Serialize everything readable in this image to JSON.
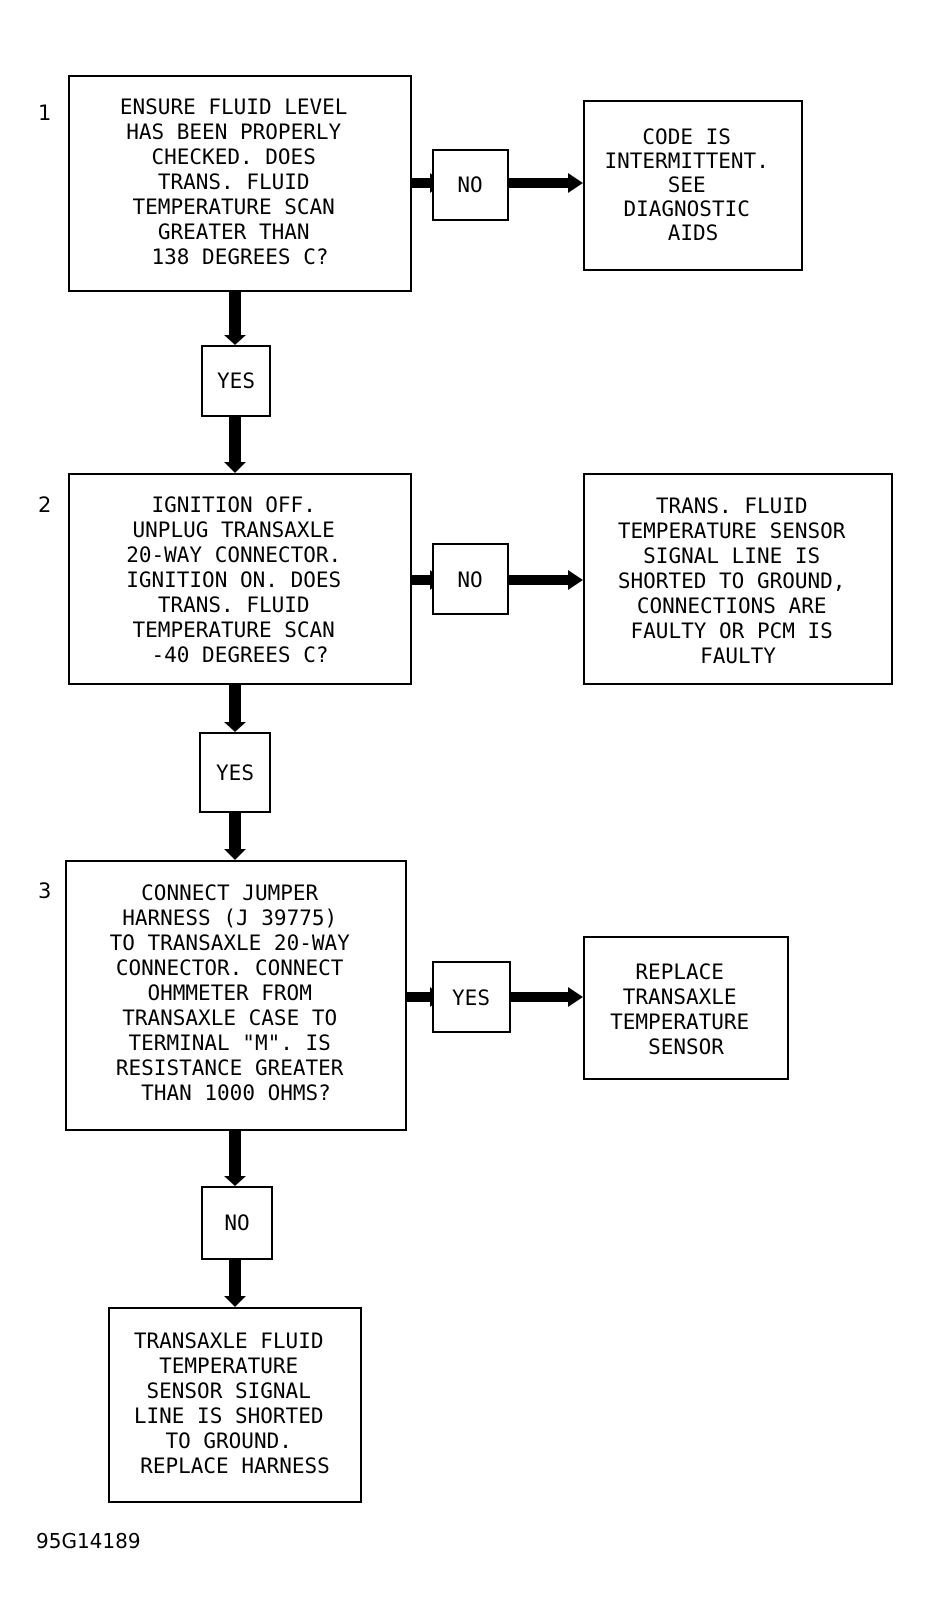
{
  "steps": [
    {
      "number": "1",
      "question": [
        "ENSURE FLUID LEVEL",
        "HAS BEEN PROPERLY",
        "CHECKED. DOES",
        "TRANS. FLUID",
        "TEMPERATURE SCAN",
        "GREATER THAN",
        "138 DEGREES C?"
      ],
      "side_label": "NO",
      "side_result": [
        "CODE IS",
        "INTERMITTENT.",
        "SEE",
        "DIAGNOSTIC",
        "AIDS"
      ],
      "down_label": "YES"
    },
    {
      "number": "2",
      "question": [
        "IGNITION OFF.",
        "UNPLUG TRANSAXLE",
        "20-WAY CONNECTOR.",
        "IGNITION ON. DOES",
        "TRANS. FLUID",
        "TEMPERATURE SCAN",
        "-40 DEGREES C?"
      ],
      "side_label": "NO",
      "side_result": [
        "TRANS. FLUID",
        "TEMPERATURE SENSOR",
        "SIGNAL LINE IS",
        "SHORTED TO GROUND,",
        "CONNECTIONS ARE",
        "FAULTY OR PCM IS",
        "FAULTY"
      ],
      "down_label": "YES"
    },
    {
      "number": "3",
      "question": [
        "CONNECT JUMPER",
        "HARNESS (J 39775)",
        "TO TRANSAXLE 20-WAY",
        "CONNECTOR. CONNECT",
        "OHMMETER FROM",
        "TRANSAXLE CASE TO",
        "TERMINAL \"M\". IS",
        "RESISTANCE GREATER",
        "THAN 1000 OHMS?"
      ],
      "side_label": "YES",
      "side_result": [
        "REPLACE",
        "TRANSAXLE",
        "TEMPERATURE",
        "SENSOR"
      ],
      "down_label": "NO"
    }
  ],
  "final_result": [
    "TRANSAXLE FLUID",
    "TEMPERATURE",
    "SENSOR SIGNAL",
    "LINE IS SHORTED",
    "TO GROUND.",
    "REPLACE HARNESS"
  ],
  "figure_code": "95G14189"
}
